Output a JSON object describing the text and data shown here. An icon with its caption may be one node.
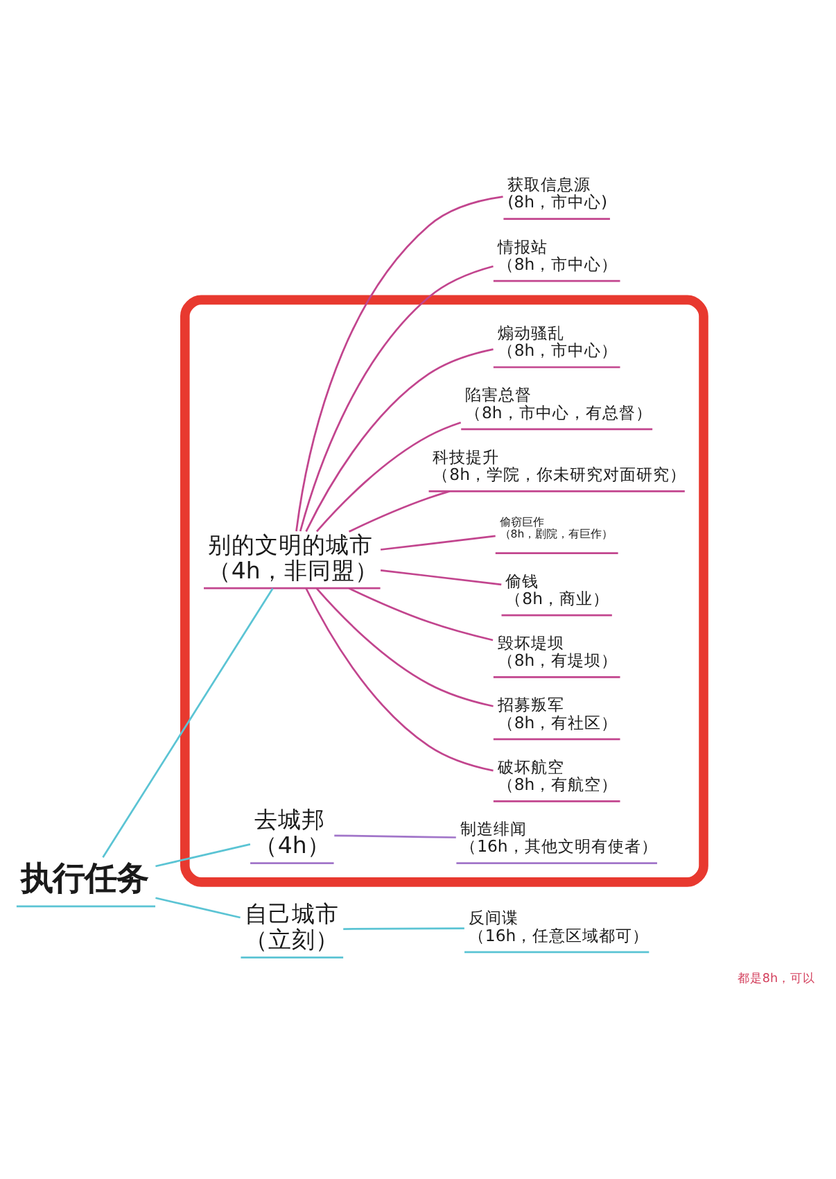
{
  "diagram": {
    "nodes": [
      {
        "text": [
          "执行任务"
        ]
      },
      {
        "text": [],
        "shape": "box"
      },
      {
        "text": [
          "别的文明的城市",
          "（4h，非同盟）"
        ],
        "in": 1
      },
      {
        "text": [
          "获取信息源",
          "(8h，市中心)"
        ]
      },
      {
        "text": [
          "情报站",
          "（8h，市中心）"
        ]
      },
      {
        "text": [
          "煽动骚乱",
          "（8h，市中心）"
        ],
        "in": 1
      },
      {
        "text": [
          "陷害总督",
          "（8h，市中心，有总督）"
        ],
        "in": 1
      },
      {
        "text": [
          "科技提升",
          "（8h，学院，你未研究对面研究）"
        ],
        "in": 1
      },
      {
        "text": [
          "偷窃巨作",
          "（8h，剧院，有巨作）"
        ],
        "in": 1
      },
      {
        "text": [
          "偷钱",
          "（8h，商业）"
        ],
        "in": 1
      },
      {
        "text": [
          "毁坏堤坝",
          "（8h，有堤坝）"
        ],
        "in": 1
      },
      {
        "text": [
          "招募叛军",
          "（8h，有社区）"
        ],
        "in": 1
      },
      {
        "text": [
          "破坏航空",
          "（8h，有航空）"
        ],
        "in": 1
      },
      {
        "text": [
          "去城邦",
          "（4h）"
        ],
        "in": 1
      },
      {
        "text": [
          "制造绯闻",
          "（16h，其他文明有使者）"
        ],
        "in": 1
      },
      {
        "text": [
          "自己城市",
          "（立刻）"
        ]
      },
      {
        "text": [
          "反间谍",
          "（16h，任意区域都可）"
        ]
      }
    ],
    "edges": [
      {
        "from": 0,
        "to": 2,
        "arrow": "none",
        "color": "#5bc4d4"
      },
      {
        "from": 2,
        "to": 3,
        "arrow": "none"
      },
      {
        "from": 2,
        "to": 4,
        "arrow": "none"
      },
      {
        "from": 2,
        "to": 5,
        "arrow": "none"
      },
      {
        "from": 2,
        "to": 6,
        "arrow": "none"
      },
      {
        "from": 2,
        "to": 7,
        "arrow": "none"
      },
      {
        "from": 2,
        "to": 8,
        "arrow": "none"
      },
      {
        "from": 2,
        "to": 9,
        "arrow": "none"
      },
      {
        "from": 2,
        "to": 10,
        "arrow": "none"
      },
      {
        "from": 2,
        "to": 11,
        "arrow": "none"
      },
      {
        "from": 2,
        "to": 12,
        "arrow": "none"
      },
      {
        "from": 0,
        "to": 13,
        "arrow": "none",
        "color": "#5bc4d4"
      },
      {
        "from": 13,
        "to": 14,
        "arrow": "none",
        "color": "#a175c9"
      },
      {
        "from": 0,
        "to": 15,
        "arrow": "none",
        "color": "#5bc4d4"
      },
      {
        "from": 15,
        "to": 16,
        "arrow": "none",
        "color": "#5bc4d4"
      }
    ],
    "labels": [
      "都是8h，可以"
    ]
  }
}
